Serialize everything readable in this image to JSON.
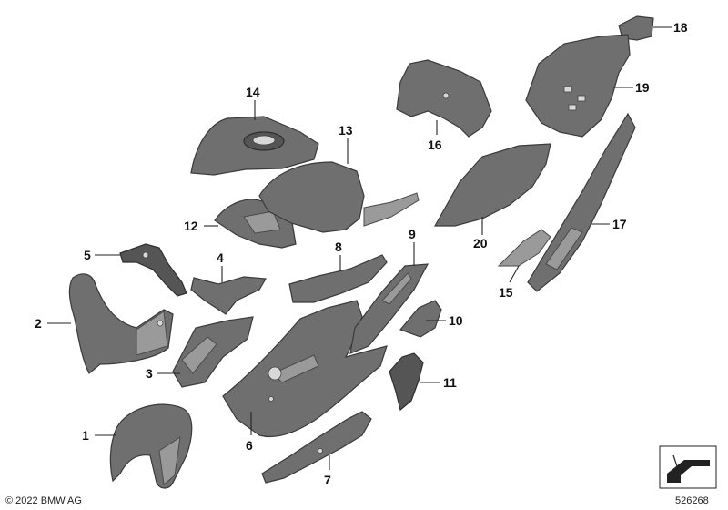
{
  "callouts": [
    "1",
    "2",
    "3",
    "4",
    "5",
    "6",
    "7",
    "8",
    "9",
    "10",
    "11",
    "12",
    "13",
    "14",
    "15",
    "16",
    "17",
    "18",
    "19",
    "20"
  ],
  "footer": {
    "copyright": "© 2022 BMW AG",
    "doc_number": "526268"
  },
  "icons": {
    "part_icon": "panel-shape",
    "corner_logo": "folder-arrow-icon"
  }
}
